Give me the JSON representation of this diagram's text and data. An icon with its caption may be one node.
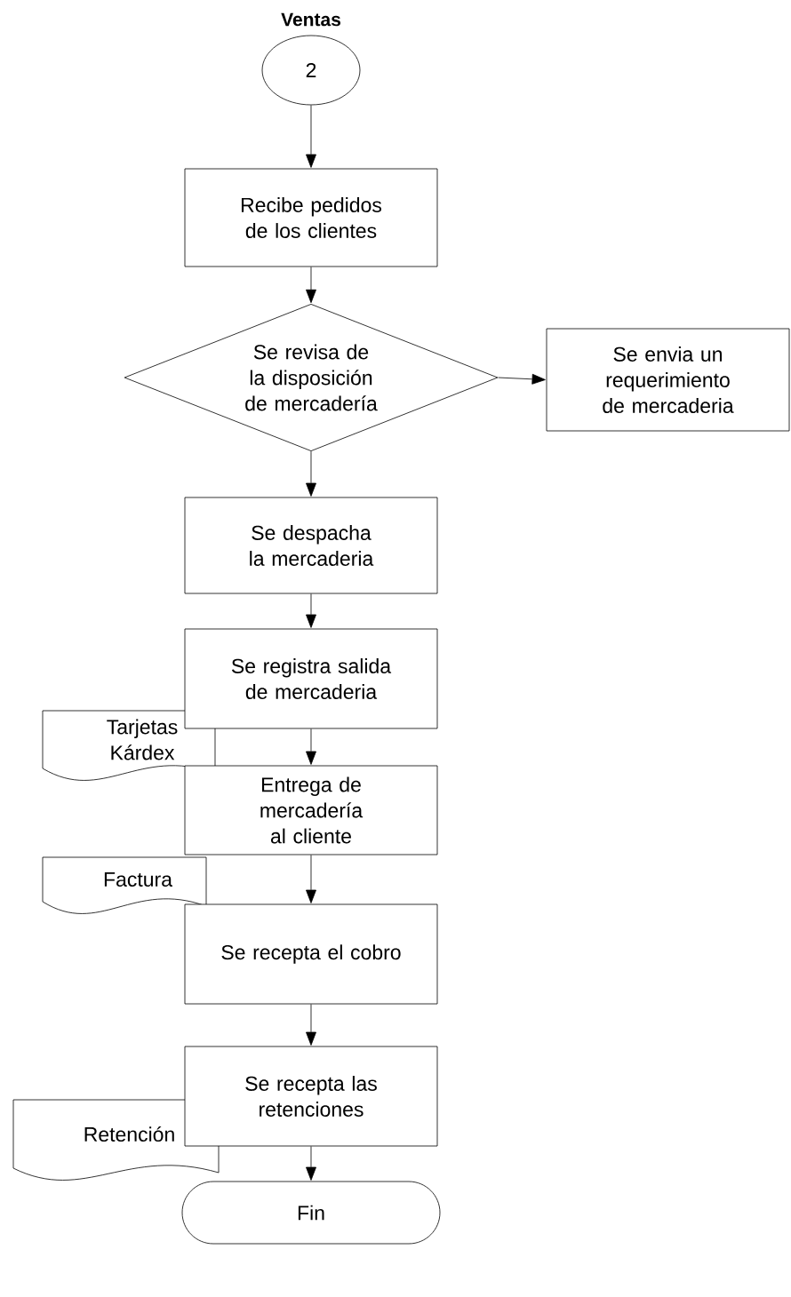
{
  "diagram": {
    "title": "Ventas",
    "nodes": [
      {
        "text": [
          "2"
        ]
      },
      {
        "text": [
          "Recibe pedidos de los clientes"
        ]
      },
      {
        "text": [
          "Se revisa de la disposición de mercadería"
        ]
      },
      {
        "text": [
          "Se envia un requerimiento de mercaderia"
        ]
      },
      {
        "text": [
          "Se despacha la mercaderia"
        ]
      },
      {
        "text": [
          "Se registra salida de mercaderia"
        ]
      },
      {
        "text": [
          "Tarjetas Kárdex"
        ]
      },
      {
        "text": [
          "Entrega de mercadería al cliente"
        ]
      },
      {
        "text": [
          "Factura"
        ]
      },
      {
        "text": [
          "Se recepta el cobro"
        ]
      },
      {
        "text": [
          "Se recepta las retenciones"
        ]
      },
      {
        "text": [
          "Retención"
        ]
      },
      {
        "text": [
          "Fin"
        ]
      }
    ],
    "edges": [
      {
        "from": 0,
        "to": 1,
        "arrow": "to"
      },
      {
        "from": 1,
        "to": 2,
        "arrow": "to"
      },
      {
        "from": 2,
        "to": 3,
        "arrow": "to"
      },
      {
        "from": 2,
        "to": 4,
        "arrow": "to"
      },
      {
        "from": 4,
        "to": 5,
        "arrow": "to"
      },
      {
        "from": 5,
        "to": 7,
        "arrow": "to"
      },
      {
        "from": 7,
        "to": 9,
        "arrow": "to"
      },
      {
        "from": 9,
        "to": 10,
        "arrow": "to"
      },
      {
        "from": 10,
        "to": 12,
        "arrow": "to"
      }
    ]
  }
}
